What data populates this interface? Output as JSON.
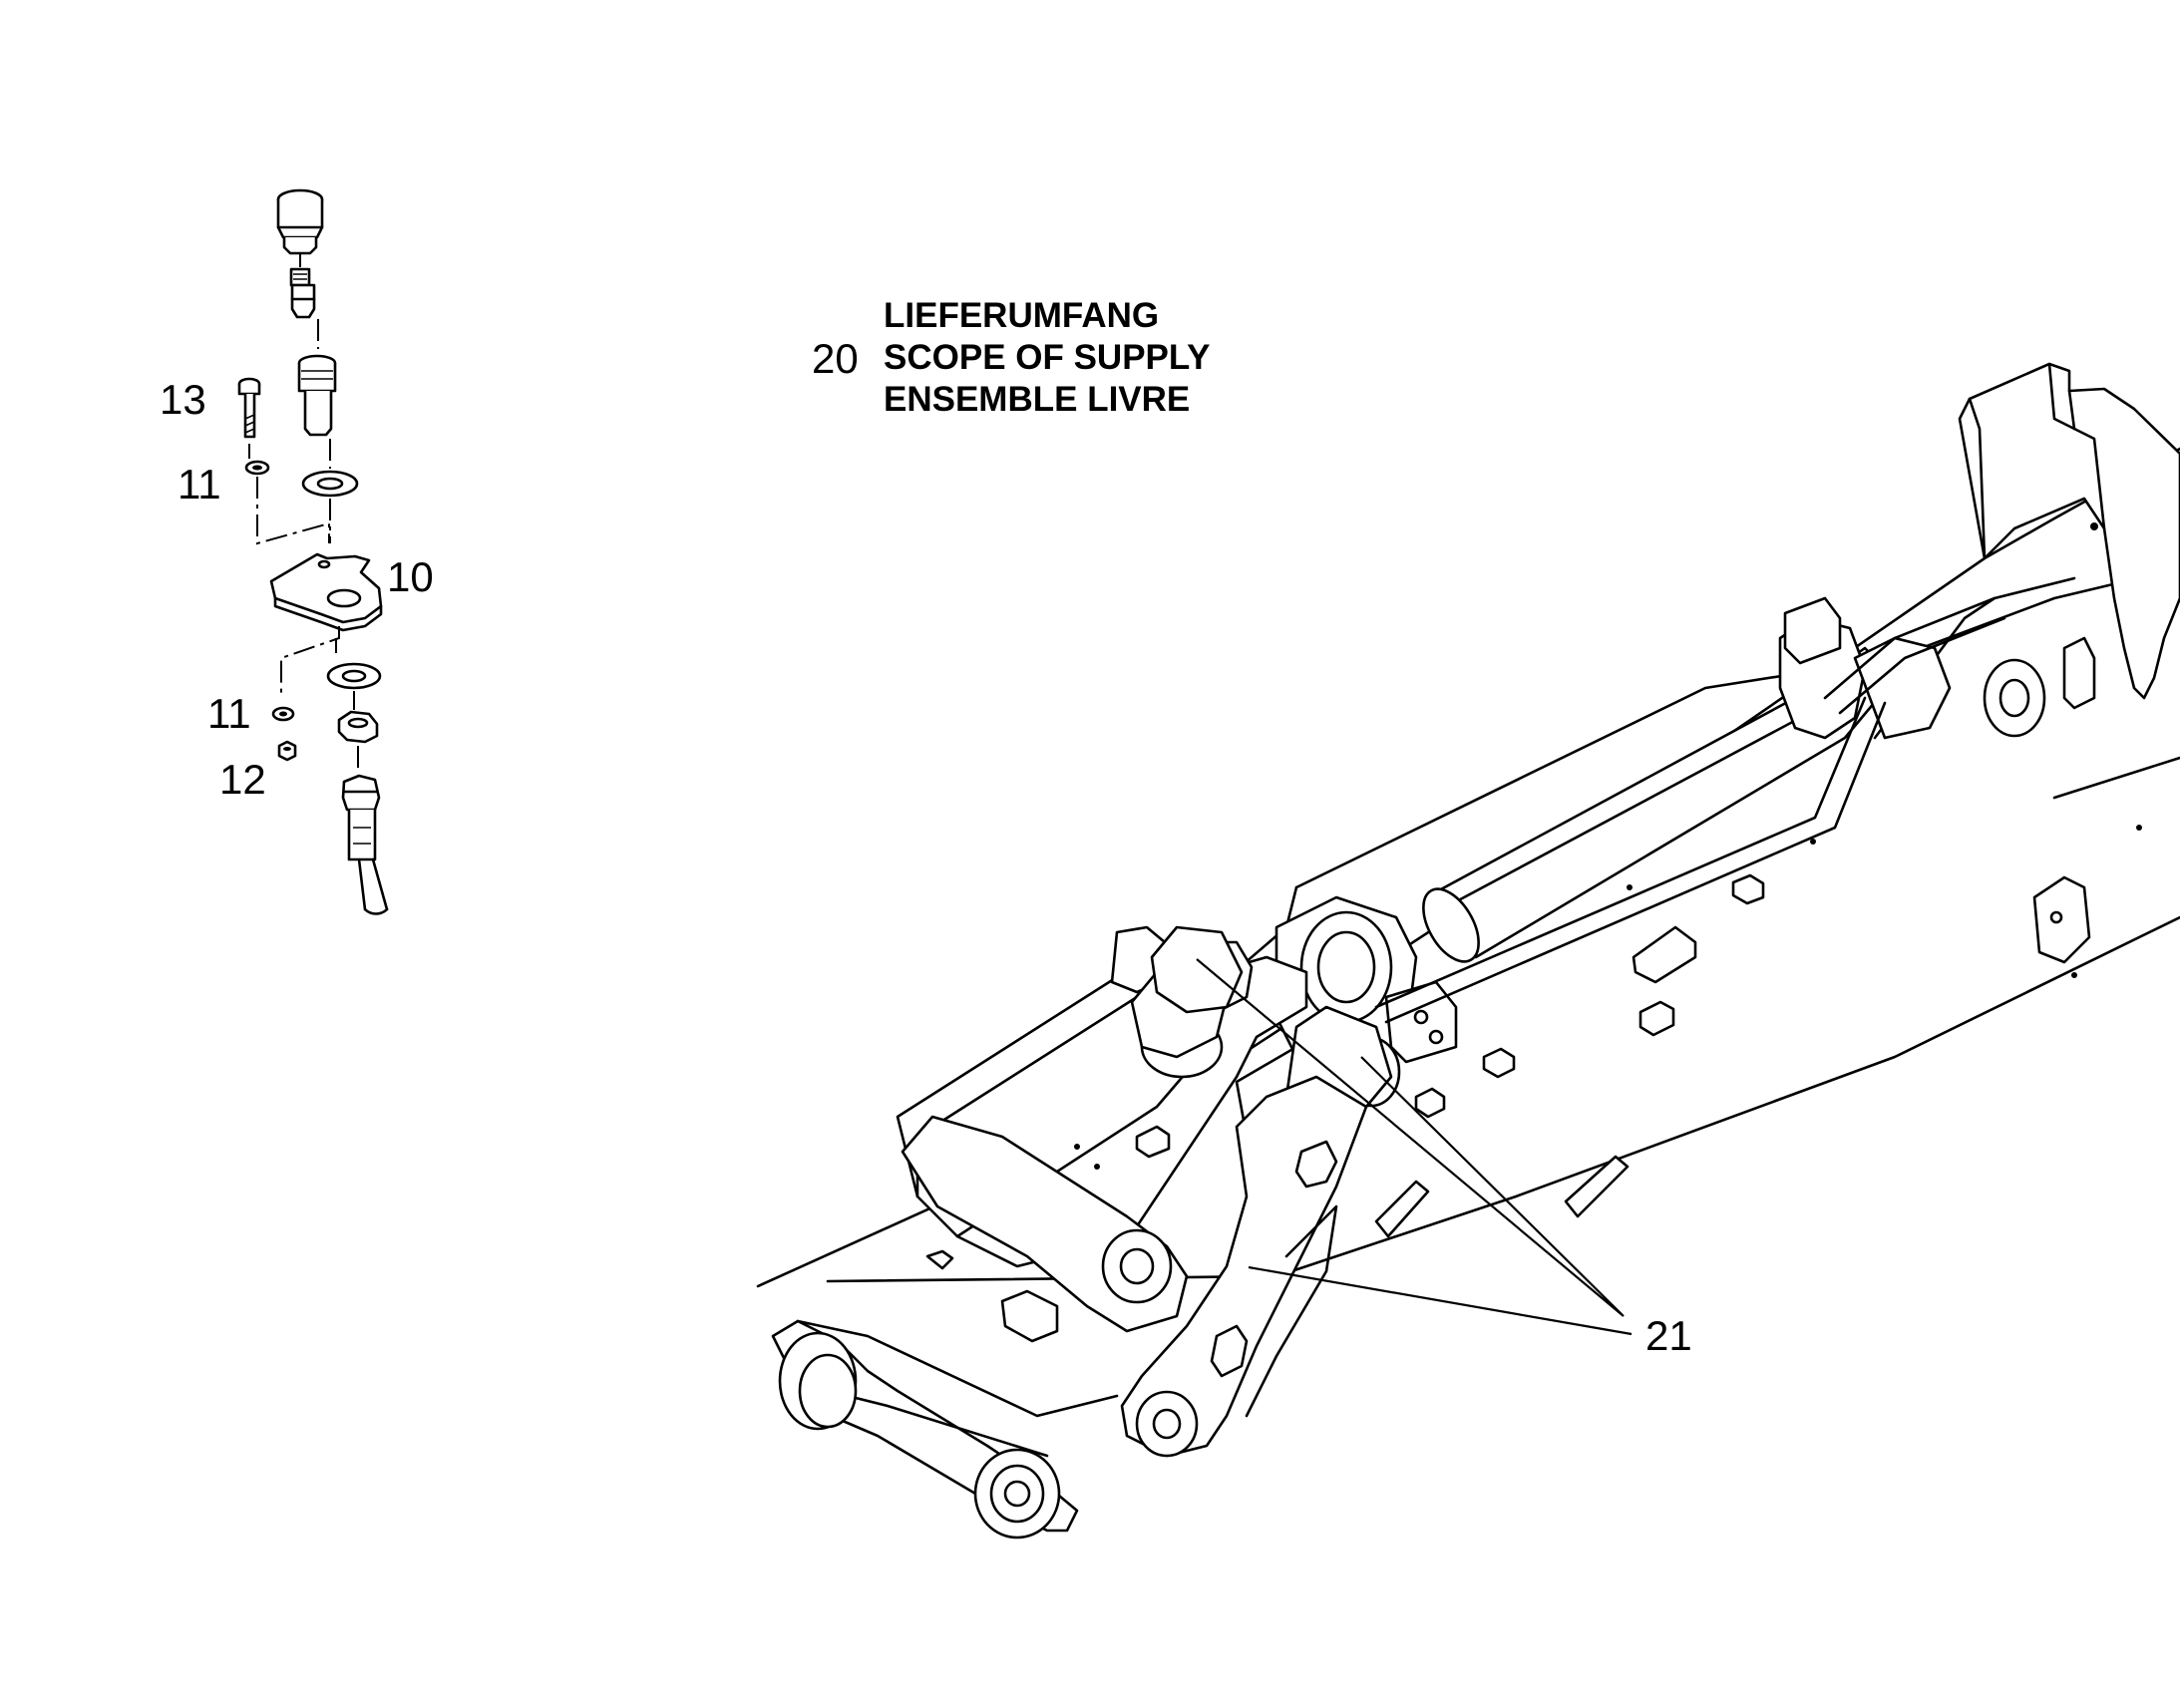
{
  "callouts": {
    "c13": "13",
    "c11a": "11",
    "c10": "10",
    "c11b": "11",
    "c12": "12",
    "c21": "21",
    "c20": "20"
  },
  "scope_of_supply": {
    "line_de": "LIEFERUMFANG",
    "line_en": "SCOPE OF SUPPLY",
    "line_fr": "ENSEMBLE LIVRE"
  }
}
